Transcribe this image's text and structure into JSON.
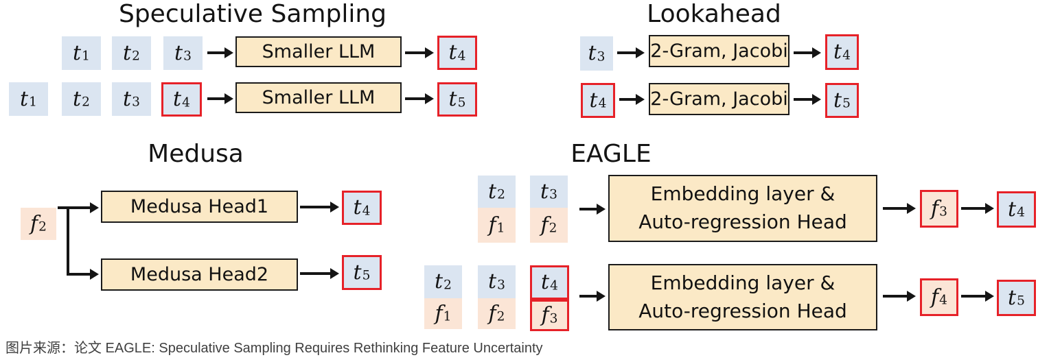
{
  "colors": {
    "token_blue": "#dbe5f1",
    "token_peach": "#fbe5d6",
    "model_fill": "#fbe9c6",
    "model_border": "#1a1a1a",
    "accept_red": "#e62128",
    "line_black": "#151515",
    "caption_gray": "#3f3f3f"
  },
  "caption": "图片来源：论文 EAGLE: Speculative Sampling Requires Rethinking Feature Uncertainty",
  "sections": {
    "speculative": {
      "title": "Speculative Sampling",
      "rows": [
        {
          "inputs": [
            {
              "base": "t",
              "sub": "1"
            },
            {
              "base": "t",
              "sub": "2"
            },
            {
              "base": "t",
              "sub": "3"
            }
          ],
          "model": "Smaller LLM",
          "output": {
            "base": "t",
            "sub": "4"
          }
        },
        {
          "inputs": [
            {
              "base": "t",
              "sub": "1"
            },
            {
              "base": "t",
              "sub": "2"
            },
            {
              "base": "t",
              "sub": "3"
            },
            {
              "base": "t",
              "sub": "4"
            }
          ],
          "model": "Smaller LLM",
          "output": {
            "base": "t",
            "sub": "5"
          }
        }
      ]
    },
    "lookahead": {
      "title": "Lookahead",
      "rows": [
        {
          "inputs": [
            {
              "base": "t",
              "sub": "3"
            }
          ],
          "model": "2-Gram, Jacobi",
          "output": {
            "base": "t",
            "sub": "4"
          }
        },
        {
          "inputs": [
            {
              "base": "t",
              "sub": "4"
            }
          ],
          "model": "2-Gram, Jacobi",
          "output": {
            "base": "t",
            "sub": "5"
          }
        }
      ]
    },
    "medusa": {
      "title": "Medusa",
      "input": {
        "base": "f",
        "sub": "2"
      },
      "heads": [
        {
          "model": "Medusa Head1",
          "output": {
            "base": "t",
            "sub": "4"
          }
        },
        {
          "model": "Medusa Head2",
          "output": {
            "base": "t",
            "sub": "5"
          }
        }
      ]
    },
    "eagle": {
      "title": "EAGLE",
      "model_line1": "Embedding layer &",
      "model_line2": "Auto-regression Head",
      "rows": [
        {
          "pairs": [
            {
              "t": {
                "base": "t",
                "sub": "2"
              },
              "f": {
                "base": "f",
                "sub": "1"
              }
            },
            {
              "t": {
                "base": "t",
                "sub": "3"
              },
              "f": {
                "base": "f",
                "sub": "2"
              }
            }
          ],
          "outputs": [
            {
              "base": "f",
              "sub": "3"
            },
            {
              "base": "t",
              "sub": "4"
            }
          ]
        },
        {
          "pairs": [
            {
              "t": {
                "base": "t",
                "sub": "2"
              },
              "f": {
                "base": "f",
                "sub": "1"
              }
            },
            {
              "t": {
                "base": "t",
                "sub": "3"
              },
              "f": {
                "base": "f",
                "sub": "2"
              }
            },
            {
              "t": {
                "base": "t",
                "sub": "4"
              },
              "f": {
                "base": "f",
                "sub": "3"
              }
            }
          ],
          "outputs": [
            {
              "base": "f",
              "sub": "4"
            },
            {
              "base": "t",
              "sub": "5"
            }
          ]
        }
      ]
    }
  }
}
